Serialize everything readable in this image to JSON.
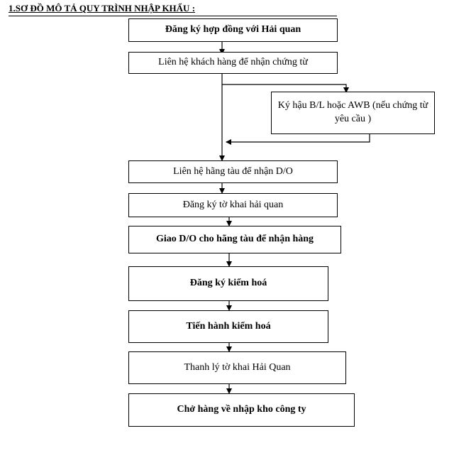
{
  "title": "1.SƠ ĐỒ MÔ TẢ QUY TRÌNH NHẬP KHẨU :",
  "steps": {
    "register_contract": "Đăng ký hợp đồng với Hải quan",
    "contact_customer": "Liên hệ khách hàng để nhận chứng từ",
    "endorse_bl": "Ký hậu B/L hoặc AWB (nếu chứng từ yêu cầu )",
    "contact_shipping_line": "Liên hệ hãng tàu để nhận D/O",
    "register_declaration": "Đăng ký tờ khai hải quan",
    "deliver_do": "Giao D/O cho hãng tàu để nhận hàng",
    "register_inspection": "Đăng ký kiểm hoá",
    "conduct_inspection": "Tiến hành kiểm hoá",
    "liquidate_declaration": "Thanh lý tờ khai Hải Quan",
    "transport_goods": "Chở hàng về nhập kho công ty"
  }
}
